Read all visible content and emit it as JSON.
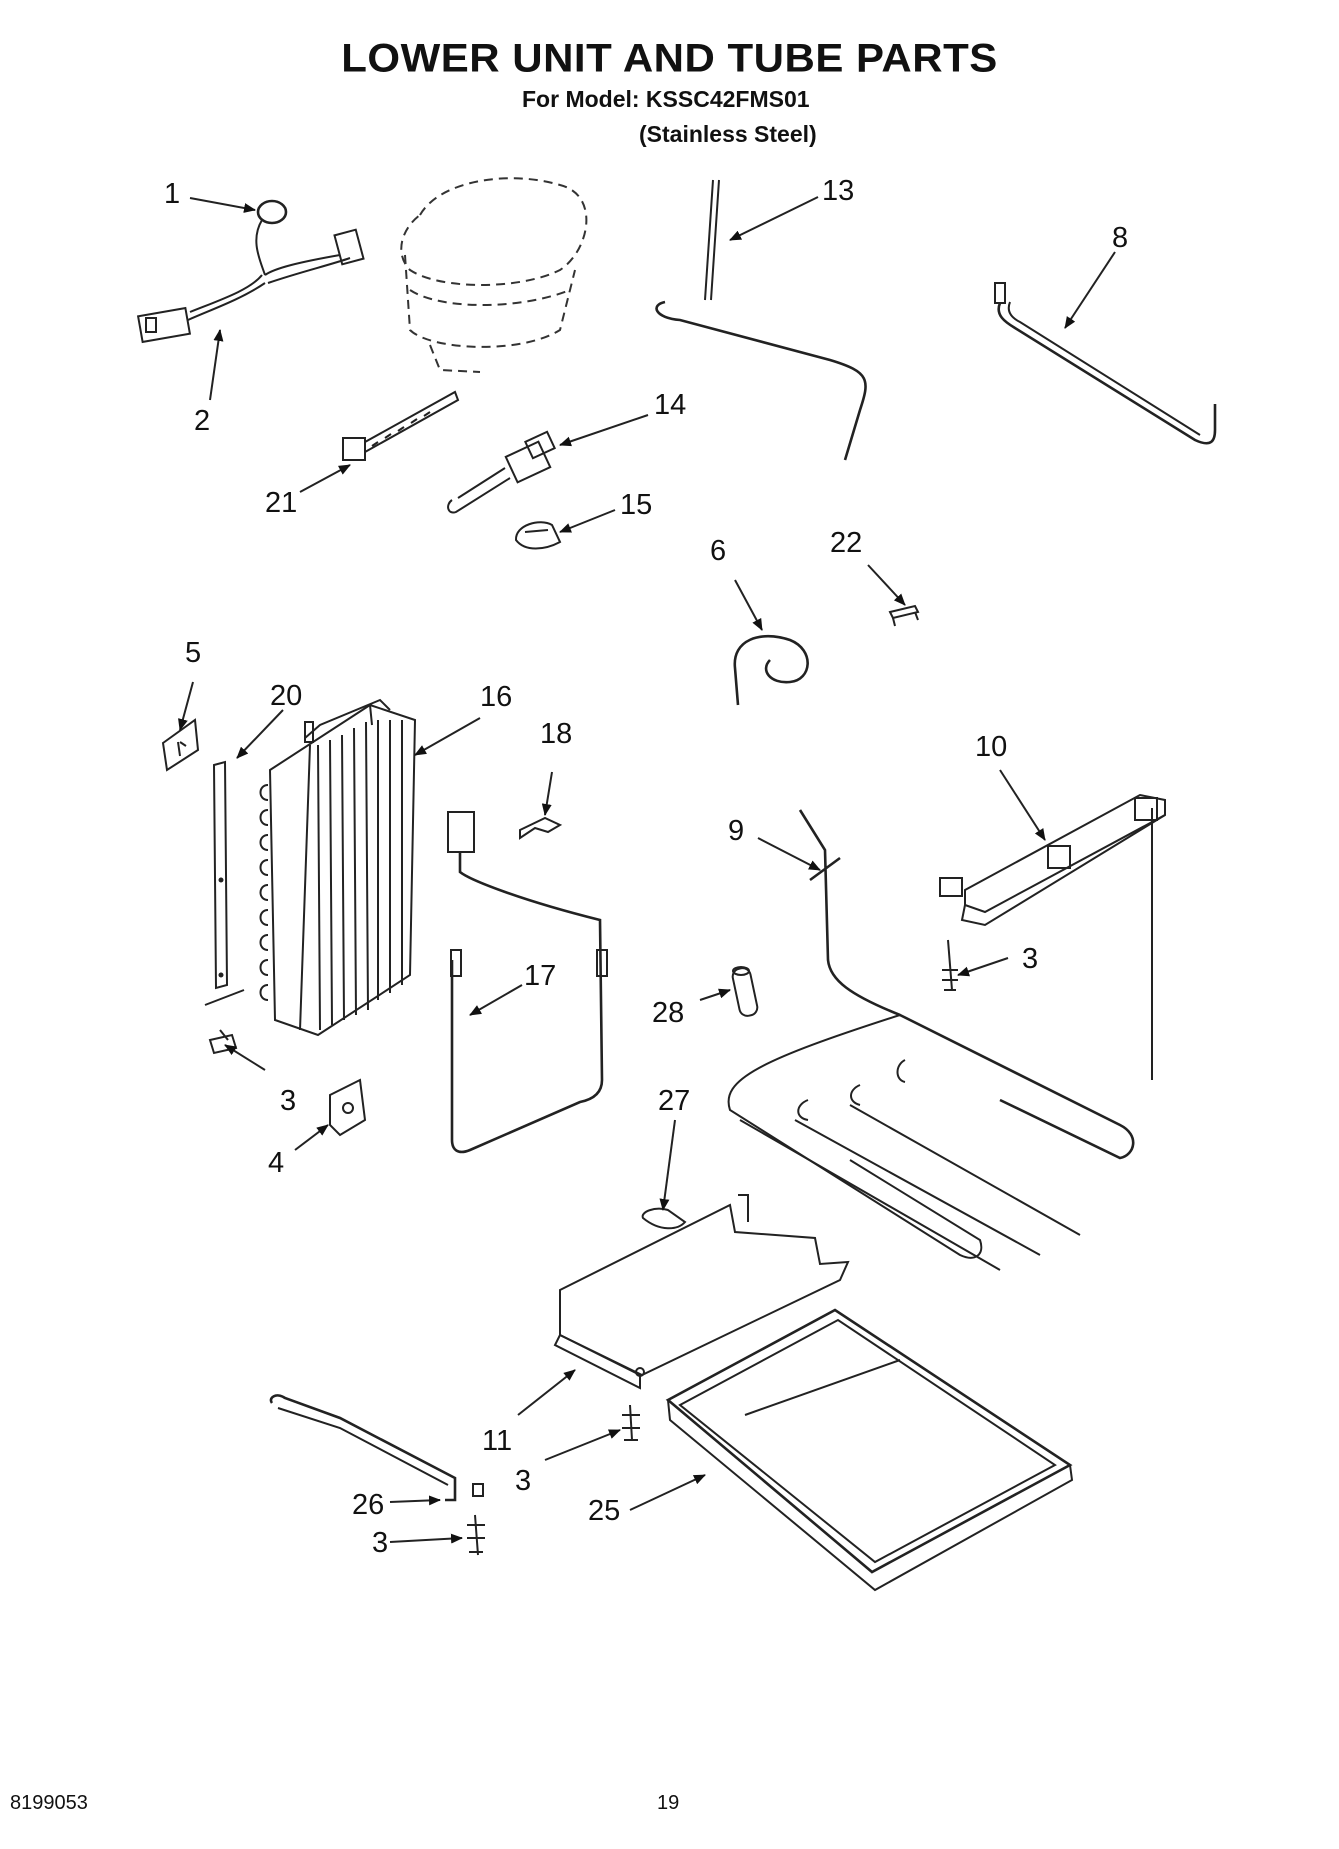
{
  "title": "LOWER UNIT AND TUBE PARTS",
  "model_line": "For Model: KSSC42FMS01",
  "variant_line": "(Stainless Steel)",
  "footer": {
    "document_number": "8199053",
    "page_number": "19"
  },
  "callouts": [
    "1",
    "2",
    "13",
    "8",
    "14",
    "21",
    "15",
    "6",
    "22",
    "5",
    "20",
    "16",
    "18",
    "10",
    "9",
    "3",
    "17",
    "28",
    "3",
    "4",
    "27",
    "11",
    "3",
    "26",
    "25",
    "3"
  ]
}
